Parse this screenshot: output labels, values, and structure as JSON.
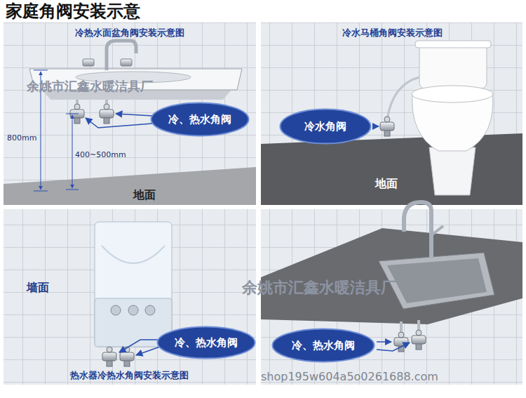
{
  "diagram": {
    "title": "家庭角阀安装示意",
    "nodes": [
      {
        "text": [
          "冷热水面盆角阀安装示意图"
        ]
      },
      {
        "text": [
          "冷、热水角阀"
        ],
        "in": 0
      },
      {
        "text": [
          "冷水马桶角阀安装示意图"
        ]
      },
      {
        "text": [
          "冷水角阀"
        ],
        "in": 2
      },
      {
        "text": [
          "热水器冷热水角阀安装示意图"
        ]
      },
      {
        "text": [
          "冷、热水角阀"
        ],
        "in": 4
      },
      {
        "text": [
          "冷、热水角阀"
        ]
      }
    ],
    "labels": [
      "余姚市汇鑫水暖洁具厂",
      "800mm",
      "400~500mm",
      "地面",
      "地面",
      "墙面",
      "余姚市汇鑫水暖洁具厂",
      "shop195w604a5o0261688.com"
    ]
  }
}
